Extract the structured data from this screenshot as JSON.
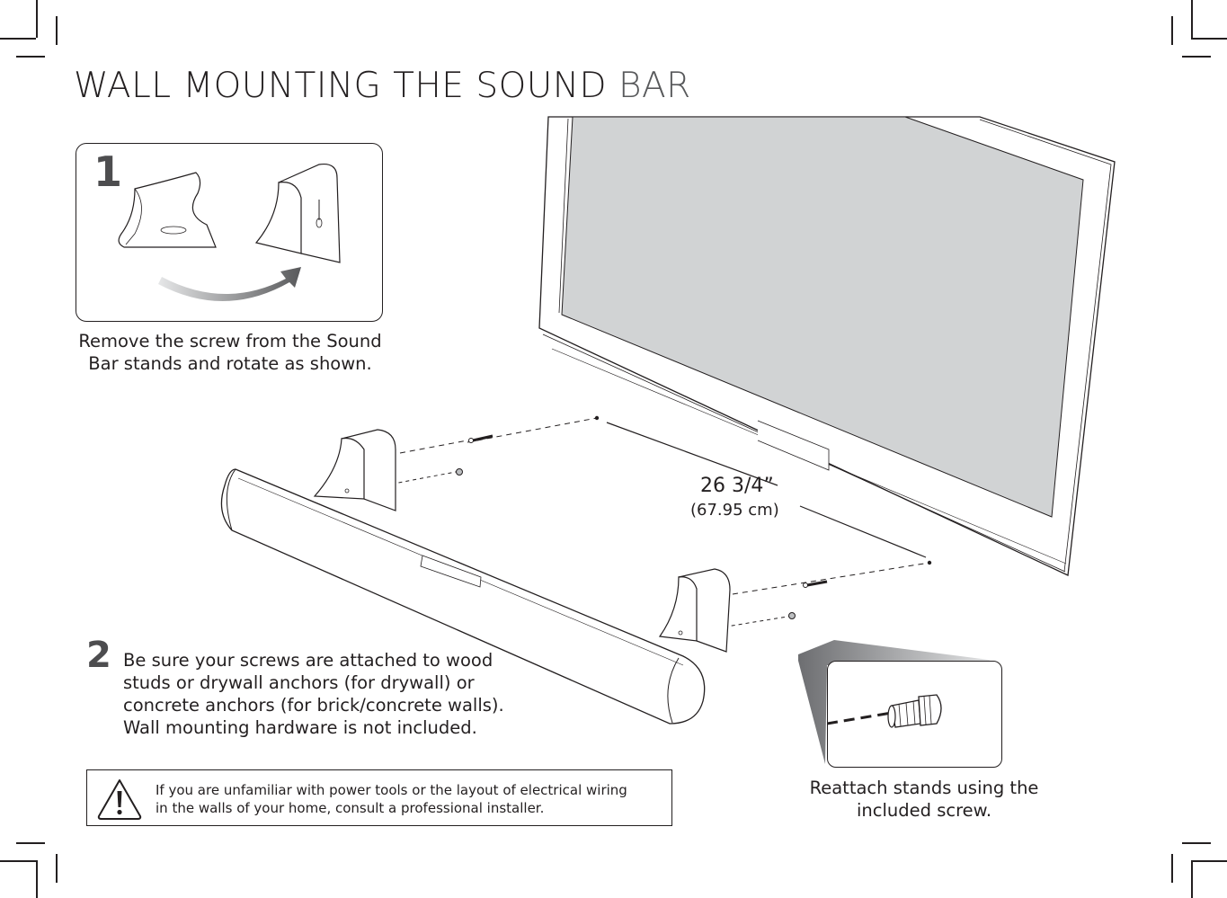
{
  "title": {
    "main": "WALL MOUNTING THE SOUND",
    "accent": "BAR"
  },
  "step1": {
    "number": "1",
    "caption_line1": "Remove the screw from the Sound",
    "caption_line2": "Bar stands and rotate as shown."
  },
  "step2": {
    "number": "2",
    "lines": [
      "Be sure your screws are attached to wood",
      "studs or drywall anchors (for drywall) or",
      "concrete anchors (for brick/concrete walls).",
      "Wall mounting hardware is not included."
    ]
  },
  "dimension": {
    "imperial": "26 3/4”",
    "metric": "(67.95 cm)"
  },
  "detail": {
    "caption_line1": "Reattach stands using the",
    "caption_line2": "included screw."
  },
  "warning": {
    "icon": "warning-triangle-icon",
    "line1": "If you are unfamiliar with power tools or the layout of electrical wiring",
    "line2": "in the walls of your home, consult a professional installer."
  },
  "colors": {
    "text": "#231f20",
    "screen": "#d1d3d4",
    "accent_gray": "#58595b"
  }
}
